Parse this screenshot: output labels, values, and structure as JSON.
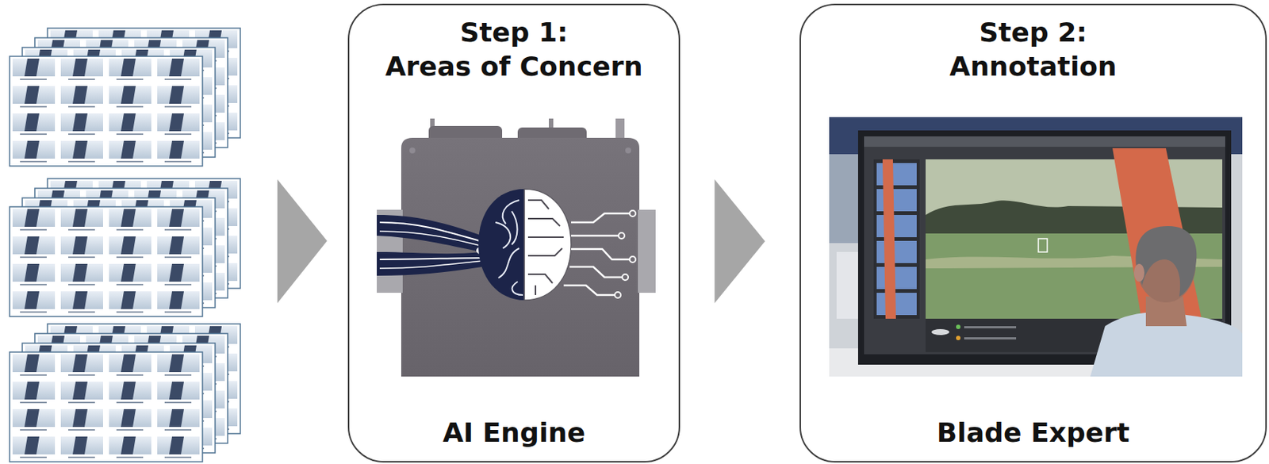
{
  "diagram": {
    "nodes": [
      {
        "text": [
          "Step 1:",
          "Areas of Concern",
          "AI Engine"
        ]
      },
      {
        "text": [
          "Step 2:",
          "Annotation",
          "Blade Expert"
        ]
      }
    ],
    "edges": [
      {
        "from": 0,
        "to": 1,
        "arrow": "to"
      }
    ]
  }
}
